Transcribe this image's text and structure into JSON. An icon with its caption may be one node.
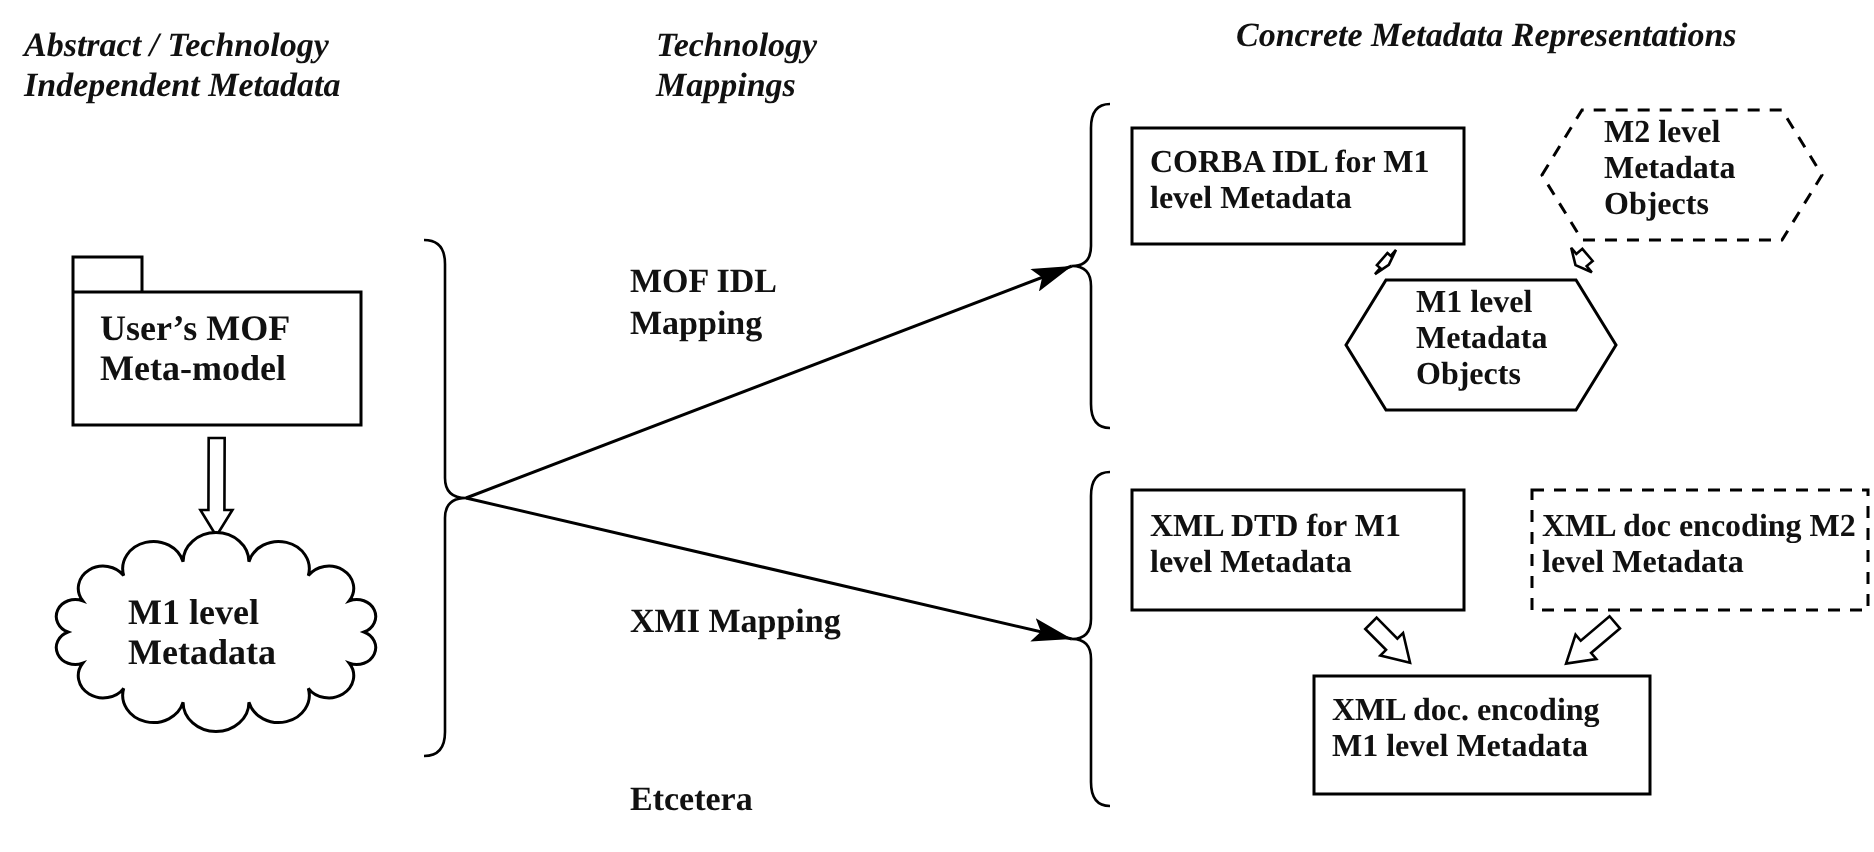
{
  "diagram": {
    "nodes": [
      {
        "text": [
          "User’s MOF Meta-model"
        ]
      },
      {
        "text": [
          "M1 level Metadata"
        ]
      },
      {
        "text": [],
        "shape": "brace"
      },
      {
        "text": [],
        "shape": "brace"
      },
      {
        "text": [
          "CORBA IDL for M1 level Metadata"
        ]
      },
      {
        "text": [
          "M2 level Metadata Objects"
        ]
      },
      {
        "text": [
          "M1 level Metadata Objects"
        ]
      },
      {
        "text": [],
        "shape": "brace"
      },
      {
        "text": [
          "XML DTD for M1 level Metadata"
        ]
      },
      {
        "text": [
          "XML doc encoding M2 level Metadata"
        ]
      },
      {
        "text": [
          "XML doc. encoding M1 level Metadata"
        ]
      }
    ],
    "edges": [
      {
        "from": 0,
        "to": 1,
        "arrow": "to",
        "style": "thick"
      },
      {
        "from": 2,
        "to": 3,
        "arrow": "to",
        "label": "MOF IDL Mapping"
      },
      {
        "from": 2,
        "to": 7,
        "arrow": "to",
        "label": "XMI Mapping"
      },
      {
        "from": 4,
        "to": 6,
        "arrow": "to",
        "style": "thick"
      },
      {
        "from": 5,
        "to": 6,
        "arrow": "to",
        "style": "thick"
      },
      {
        "from": 8,
        "to": 10,
        "arrow": "to",
        "style": "thick"
      },
      {
        "from": 9,
        "to": 10,
        "arrow": "to",
        "style": "thick"
      }
    ],
    "labels": [
      "Abstract / Technology Independent Metadata",
      "Technology Mappings",
      "Concrete Metadata Representations",
      "Etcetera"
    ]
  }
}
